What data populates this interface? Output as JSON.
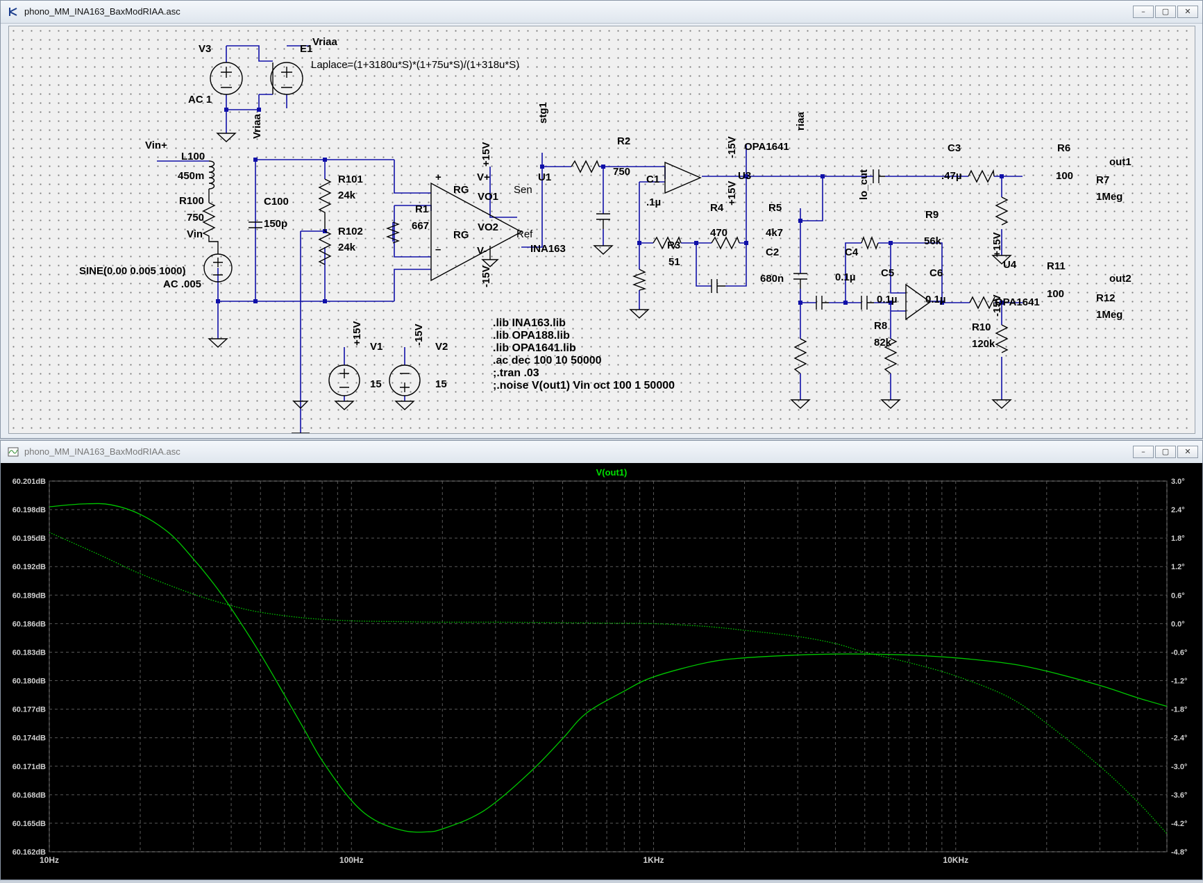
{
  "schematic_window": {
    "title": "phono_MM_INA163_BaxModRIAA.asc",
    "buttons": {
      "minimize": "–",
      "maximize": "▢",
      "close": "✕"
    }
  },
  "plot_window": {
    "title": "phono_MM_INA163_BaxModRIAA.asc",
    "buttons": {
      "minimize": "–",
      "maximize": "▢",
      "close": "✕"
    },
    "trace_label": "V(out1)"
  },
  "schematic": {
    "labels": {
      "v3": "V3",
      "e1": "E1",
      "vriaa_top": "Vriaa",
      "laplace": "Laplace=(1+3180u*S)*(1+75u*S)/(1+318u*S)",
      "ac1": "AC 1",
      "vriaa_net": "Vriaa",
      "vin_plus": "Vin+",
      "l100": "L100",
      "l100_val": "450m",
      "r100": "R100",
      "r100_val": "750",
      "vin": "Vin",
      "sine": "SINE(0.00 0.005 1000)",
      "ac005": "AC .005",
      "c100": "C100",
      "c100_val": "150p",
      "r101": "R101",
      "r101_val": "24k",
      "r102": "R102",
      "r102_val": "24k",
      "r1": "R1",
      "r1_val": "667",
      "u1": "U1",
      "ina_plus": "+",
      "ina_vplus": "V+",
      "ina_rg1": "RG",
      "ina_vo1": "VO1",
      "ina_sen": "Sen",
      "ina_rg2": "RG",
      "ina_vo2": "VO2",
      "ina_ref": "Ref",
      "ina_minus": "–",
      "ina_vminus": "V-",
      "ina_name": "INA163",
      "ina_p15": "+15V",
      "ina_m15": "-15V",
      "stg1": "stg1",
      "r2": "R2",
      "r2_val": "750",
      "c1": "C1",
      "c1_val": ".1µ",
      "m15_u3": "-15V",
      "opa1641_u3": "OPA1641",
      "u3": "U3",
      "p15_u3": "+15V",
      "riaa": "riaa",
      "r4": "R4",
      "r4_val": "470",
      "r5": "R5",
      "r5_val": "4k7",
      "c2": "C2",
      "c2_val": "680n",
      "r3": "R3",
      "r3_val": "51",
      "c3": "C3",
      "c3_val": ".47µ",
      "r6": "R6",
      "r6_val": "100",
      "out1": "out1",
      "r7": "R7",
      "r7_val": "1Meg",
      "lo_cut": "lo_cut",
      "r9": "R9",
      "r9_val": "56k",
      "c4": "C4",
      "c4_val": "0.1µ",
      "c5": "C5",
      "c5_val": "0.1µ",
      "c6": "C6",
      "c6_val": "0.1µ",
      "p15_u4": "+15V",
      "u4": "U4",
      "m15_u4": "-15V",
      "opa1641_u4": "OPA1641",
      "r11": "R11",
      "r11_val": "100",
      "out2": "out2",
      "r12": "R12",
      "r12_val": "1Meg",
      "r8": "R8",
      "r8_val": "82k",
      "r10": "R10",
      "r10_val": "120k",
      "v1": "V1",
      "v1_val": "15",
      "v1_net": "+15V",
      "v2": "V2",
      "v2_val": "15",
      "v2_net": "-15V"
    },
    "directives": [
      ".lib INA163.lib",
      ".lib OPA188.lib",
      ".lib OPA1641.lib",
      ".ac dec 100 10 50000",
      ";.tran .03",
      ";.noise V(out1) Vin oct 100 1 50000"
    ]
  },
  "colors": {
    "wire": "#1010a8",
    "component": "#000000",
    "trace": "#00c800",
    "plot_bg": "#000000",
    "grid": "#5a5a5a"
  },
  "chart_data": {
    "type": "line",
    "title": "V(out1)",
    "x_scale": "log",
    "xlim": [
      10,
      50000
    ],
    "x_ticks": [
      10,
      100,
      1000,
      10000
    ],
    "x_tick_labels": [
      "10Hz",
      "100Hz",
      "1KHz",
      "10KHz"
    ],
    "ylim": [
      60.162,
      60.201
    ],
    "y_ticks": [
      60.201,
      60.198,
      60.195,
      60.192,
      60.189,
      60.186,
      60.183,
      60.18,
      60.177,
      60.174,
      60.171,
      60.168,
      60.165,
      60.162
    ],
    "y_tick_labels": [
      "60.201dB",
      "60.198dB",
      "60.195dB",
      "60.192dB",
      "60.189dB",
      "60.186dB",
      "60.183dB",
      "60.180dB",
      "60.177dB",
      "60.174dB",
      "60.171dB",
      "60.168dB",
      "60.165dB",
      "60.162dB"
    ],
    "y2lim": [
      -4.8,
      3.0
    ],
    "y2_ticks": [
      3.0,
      2.4,
      1.8,
      1.2,
      0.6,
      0.0,
      -0.6,
      -1.2,
      -1.8,
      -2.4,
      -3.0,
      -3.6,
      -4.2,
      -4.8
    ],
    "y2_tick_labels": [
      "3.0°",
      "2.4°",
      "1.8°",
      "1.2°",
      "0.6°",
      "0.0°",
      "-0.6°",
      "-1.2°",
      "-1.8°",
      "-2.4°",
      "-3.0°",
      "-3.6°",
      "-4.2°",
      "-4.8°"
    ],
    "grid": true,
    "series": [
      {
        "style": "solid",
        "axis": "left",
        "x": [
          10,
          13,
          16,
          20,
          25,
          30,
          35,
          40,
          50,
          60,
          70,
          80,
          100,
          120,
          150,
          180,
          200,
          250,
          300,
          400,
          500,
          600,
          800,
          1000,
          1500,
          2000,
          3000,
          4000,
          5000,
          7000,
          10000,
          15000,
          20000,
          30000,
          40000,
          50000
        ],
        "y": [
          60.1983,
          60.1986,
          60.1985,
          60.1975,
          60.1955,
          60.1928,
          60.1902,
          60.1876,
          60.1828,
          60.1785,
          60.1748,
          60.1716,
          60.1674,
          60.1653,
          60.1642,
          60.1641,
          60.1644,
          60.1656,
          60.1672,
          60.1707,
          60.1739,
          60.1766,
          60.1789,
          60.1804,
          60.1819,
          60.1824,
          60.1827,
          60.1828,
          60.1828,
          60.1827,
          60.1824,
          60.1818,
          60.181,
          60.1795,
          60.1782,
          60.1773
        ]
      },
      {
        "style": "dotted",
        "axis": "right",
        "x": [
          10,
          15,
          20,
          30,
          40,
          50,
          70,
          100,
          150,
          200,
          300,
          500,
          700,
          1000,
          1500,
          2000,
          3000,
          4000,
          5000,
          7000,
          10000,
          15000,
          20000,
          30000,
          40000,
          50000
        ],
        "y": [
          1.92,
          1.42,
          1.05,
          0.62,
          0.38,
          0.24,
          0.12,
          0.06,
          0.04,
          0.03,
          0.03,
          0.02,
          0.01,
          0.0,
          -0.06,
          -0.14,
          -0.27,
          -0.42,
          -0.6,
          -0.82,
          -1.1,
          -1.55,
          -2.1,
          -3.0,
          -3.75,
          -4.42
        ]
      }
    ]
  }
}
